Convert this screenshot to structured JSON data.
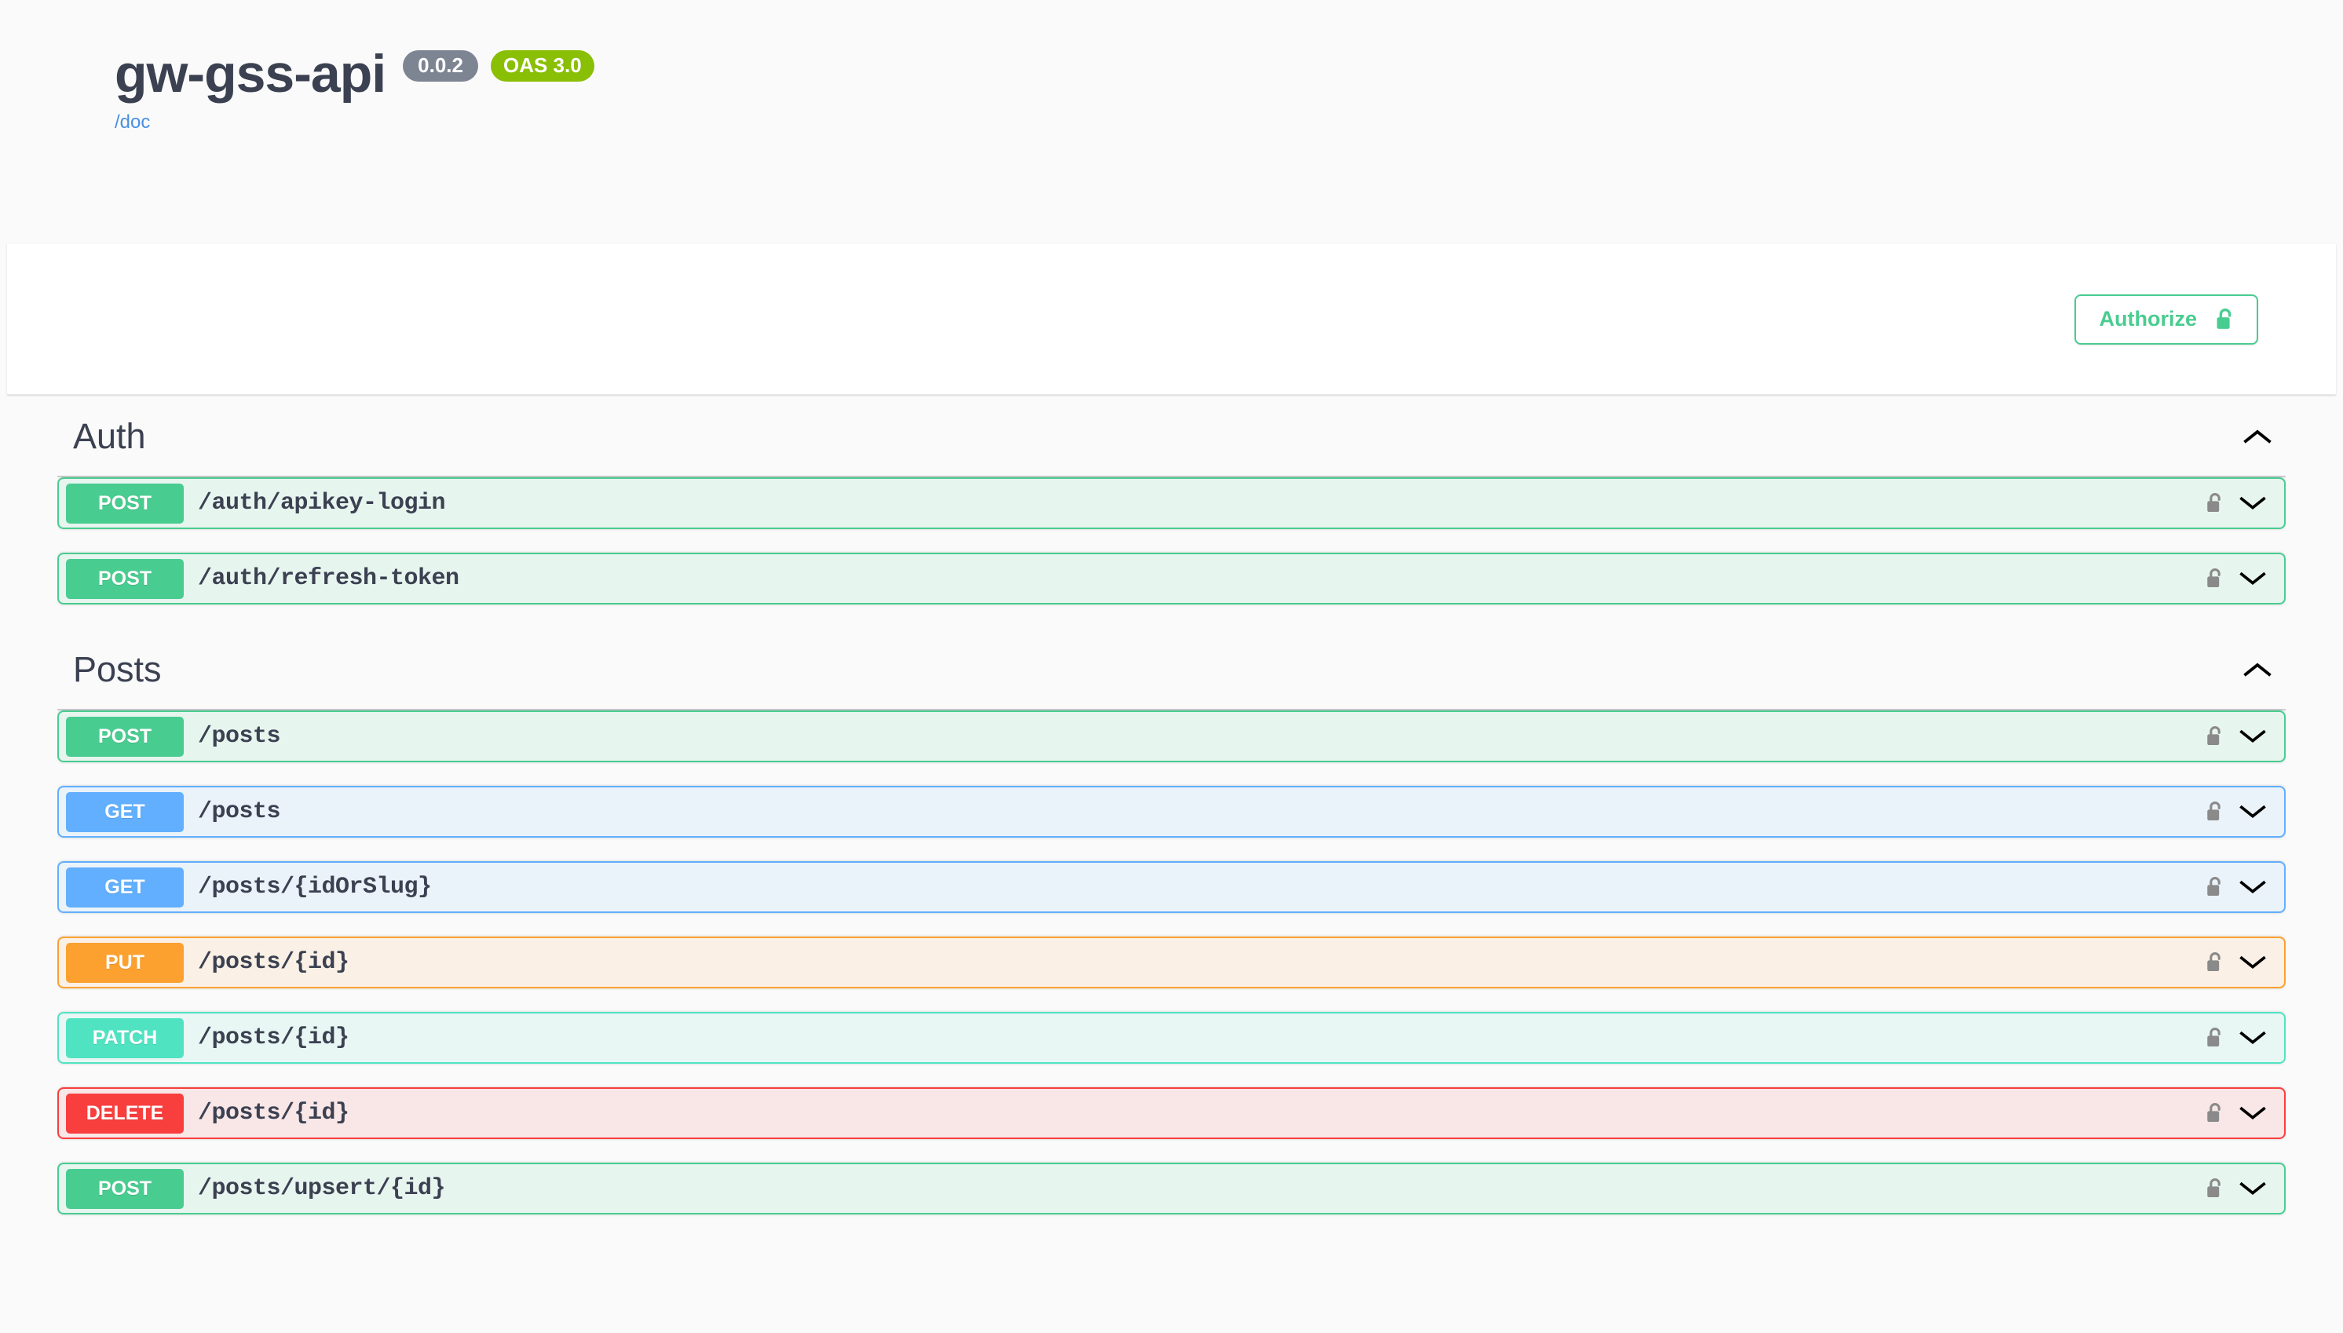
{
  "header": {
    "title": "gw-gss-api",
    "version_badge": "0.0.2",
    "oas_badge": "OAS 3.0",
    "doc_link": "/doc"
  },
  "scheme": {
    "authorize_label": "Authorize",
    "authorize_icon": "unlock-icon"
  },
  "colors": {
    "post": "#49cc90",
    "get": "#61affe",
    "put": "#fca130",
    "patch": "#50e3c2",
    "delete": "#f93e3e",
    "oas_green": "#89bf04",
    "version_gray": "#7d8492",
    "link_blue": "#4990e2",
    "text": "#3b4151"
  },
  "tags": [
    {
      "name": "Auth",
      "expanded": true,
      "arrow": "chevron-up-icon",
      "operations": [
        {
          "method": "POST",
          "path": "/auth/apikey-login",
          "lock": "unlock-icon",
          "arrow": "chevron-down-icon"
        },
        {
          "method": "POST",
          "path": "/auth/refresh-token",
          "lock": "unlock-icon",
          "arrow": "chevron-down-icon"
        }
      ]
    },
    {
      "name": "Posts",
      "expanded": true,
      "arrow": "chevron-up-icon",
      "operations": [
        {
          "method": "POST",
          "path": "/posts",
          "lock": "unlock-icon",
          "arrow": "chevron-down-icon"
        },
        {
          "method": "GET",
          "path": "/posts",
          "lock": "unlock-icon",
          "arrow": "chevron-down-icon"
        },
        {
          "method": "GET",
          "path": "/posts/{idOrSlug}",
          "lock": "unlock-icon",
          "arrow": "chevron-down-icon"
        },
        {
          "method": "PUT",
          "path": "/posts/{id}",
          "lock": "unlock-icon",
          "arrow": "chevron-down-icon"
        },
        {
          "method": "PATCH",
          "path": "/posts/{id}",
          "lock": "unlock-icon",
          "arrow": "chevron-down-icon"
        },
        {
          "method": "DELETE",
          "path": "/posts/{id}",
          "lock": "unlock-icon",
          "arrow": "chevron-down-icon"
        },
        {
          "method": "POST",
          "path": "/posts/upsert/{id}",
          "lock": "unlock-icon",
          "arrow": "chevron-down-icon"
        }
      ]
    }
  ]
}
